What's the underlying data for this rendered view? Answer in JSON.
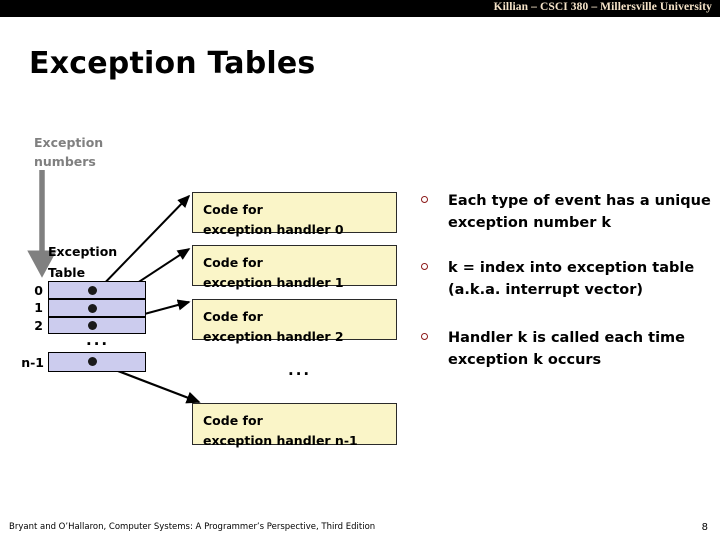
{
  "banner": {
    "text": "Killian – CSCI 380 – Millersville University"
  },
  "title": "Exception Tables",
  "diagram": {
    "exception_numbers_label": "Exception\nnumbers",
    "exception_table_label": "Exception\nTable",
    "row_indices": [
      "0",
      "1",
      "2",
      "n-1"
    ],
    "table_ellipsis": "...",
    "middle_ellipsis": "...",
    "handlers": [
      "Code for\nexception handler 0",
      "Code for\nexception handler 1",
      "Code for\nexception handler 2",
      "Code for\nexception handler n-1"
    ]
  },
  "bullets": [
    "Each type of event has a unique exception number k",
    "k = index into exception table (a.k.a. interrupt vector)",
    "Handler k is called each time exception k occurs"
  ],
  "footer": {
    "reference": "Bryant and O’Hallaron, Computer Systems: A Programmer’s Perspective, Third Edition",
    "page_number": "8"
  },
  "colors": {
    "banner_bg": "#000000",
    "banner_text": "#f5e3c8",
    "table_fill": "#ccccee",
    "handler_fill": "#faf5c8",
    "bullet_marker": "#8c1a1a",
    "gray_arrow": "#808080"
  }
}
